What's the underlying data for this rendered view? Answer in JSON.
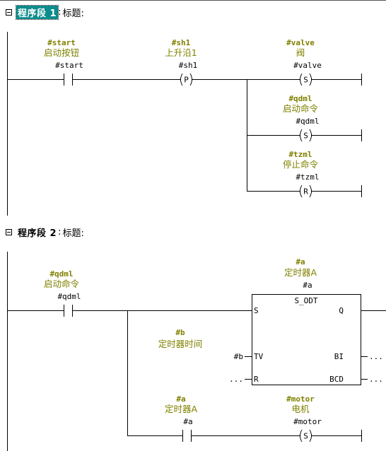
{
  "networks": [
    {
      "header": {
        "name": "程序段 1",
        "colon": ":",
        "title_label": "标题:"
      },
      "contact_start": {
        "symbol": "#start",
        "comment": "启动按钮",
        "operand": "#start"
      },
      "coil_sh1": {
        "symbol": "#sh1",
        "comment": "上升沿1",
        "operand": "#sh1",
        "letter": "P"
      },
      "coil_valve": {
        "symbol": "#valve",
        "comment": "阀",
        "operand": "#valve",
        "letter": "S"
      },
      "coil_qdml": {
        "symbol": "#qdml",
        "comment": "启动命令",
        "operand": "#qdml",
        "letter": "S"
      },
      "coil_tzml": {
        "symbol": "#tzml",
        "comment": "停止命令",
        "operand": "#tzml",
        "letter": "R"
      }
    },
    {
      "header": {
        "name": "程序段 2",
        "colon": ":",
        "title_label": "标题:"
      },
      "contact_qdml": {
        "symbol": "#qdml",
        "comment": "启动命令",
        "operand": "#qdml"
      },
      "timer": {
        "symbol": "#a",
        "comment": "定时器A",
        "operand": "#a",
        "type": "S_ODT",
        "pin_s": "S",
        "pin_q": "Q",
        "pin_tv": "TV",
        "pin_bi": "BI",
        "pin_r": "R",
        "pin_bcd": "BCD",
        "tv_symbol": "#b",
        "tv_comment": "定时器时间",
        "tv_operand": "#b",
        "r_value": "...",
        "bi_value": "...",
        "bcd_value": "..."
      },
      "contact_a": {
        "symbol": "#a",
        "comment": "定时器A",
        "operand": "#a"
      },
      "coil_motor": {
        "symbol": "#motor",
        "comment": "电机",
        "operand": "#motor",
        "letter": "S"
      }
    }
  ],
  "colors": {
    "symbol": "#808000",
    "comment": "#808000",
    "line": "#000000",
    "highlight": "#0c8c8c"
  }
}
